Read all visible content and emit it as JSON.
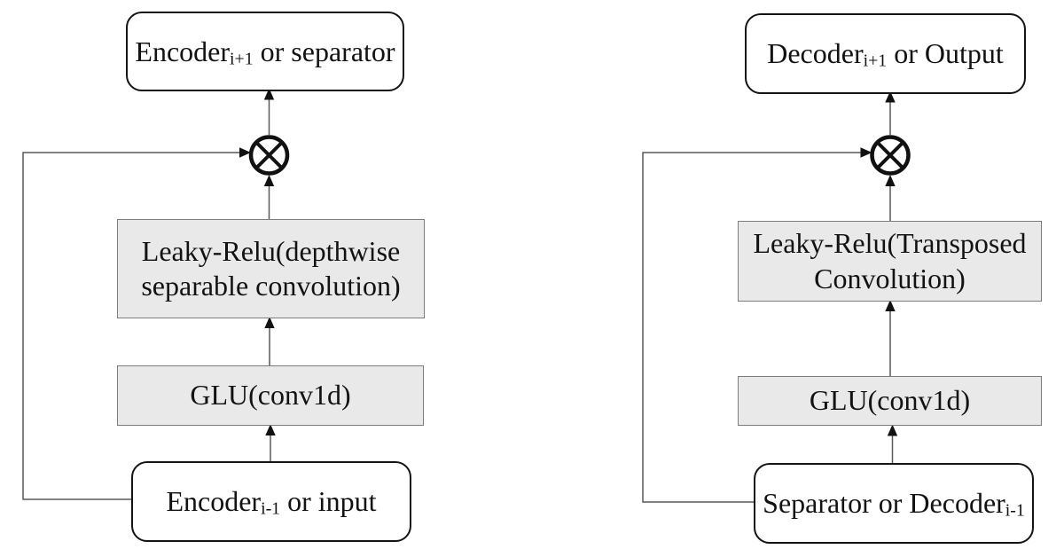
{
  "figure": {
    "description_colors": {
      "background": "#ffffff",
      "block_fill": "#e9e9e9",
      "block_border": "#7d7d7d",
      "node_border": "#141414",
      "connector": "#595959",
      "arrowhead": "#111111"
    }
  },
  "diagrams": [
    {
      "name": "encoder-block",
      "top": {
        "pre": "Encoder",
        "sub": "i+1",
        "post": " or separator"
      },
      "leaky": {
        "line1": "Leaky-Relu(depthwise",
        "line2": "separable convolution)"
      },
      "glu": {
        "label": "GLU(conv1d)"
      },
      "bottom": {
        "pre": "Encoder",
        "sub": "i-1",
        "post": " or input"
      },
      "multiply_icon": "circled-times"
    },
    {
      "name": "decoder-block",
      "top": {
        "pre": "Decoder",
        "sub": "i+1",
        "post": " or Output"
      },
      "leaky": {
        "line1": "Leaky-Relu(Transposed",
        "line2": "Convolution)"
      },
      "glu": {
        "label": "GLU(conv1d)"
      },
      "bottom": {
        "pre": "Separator or Decoder",
        "sub": "i-1",
        "post": ""
      },
      "multiply_icon": "circled-times"
    }
  ]
}
